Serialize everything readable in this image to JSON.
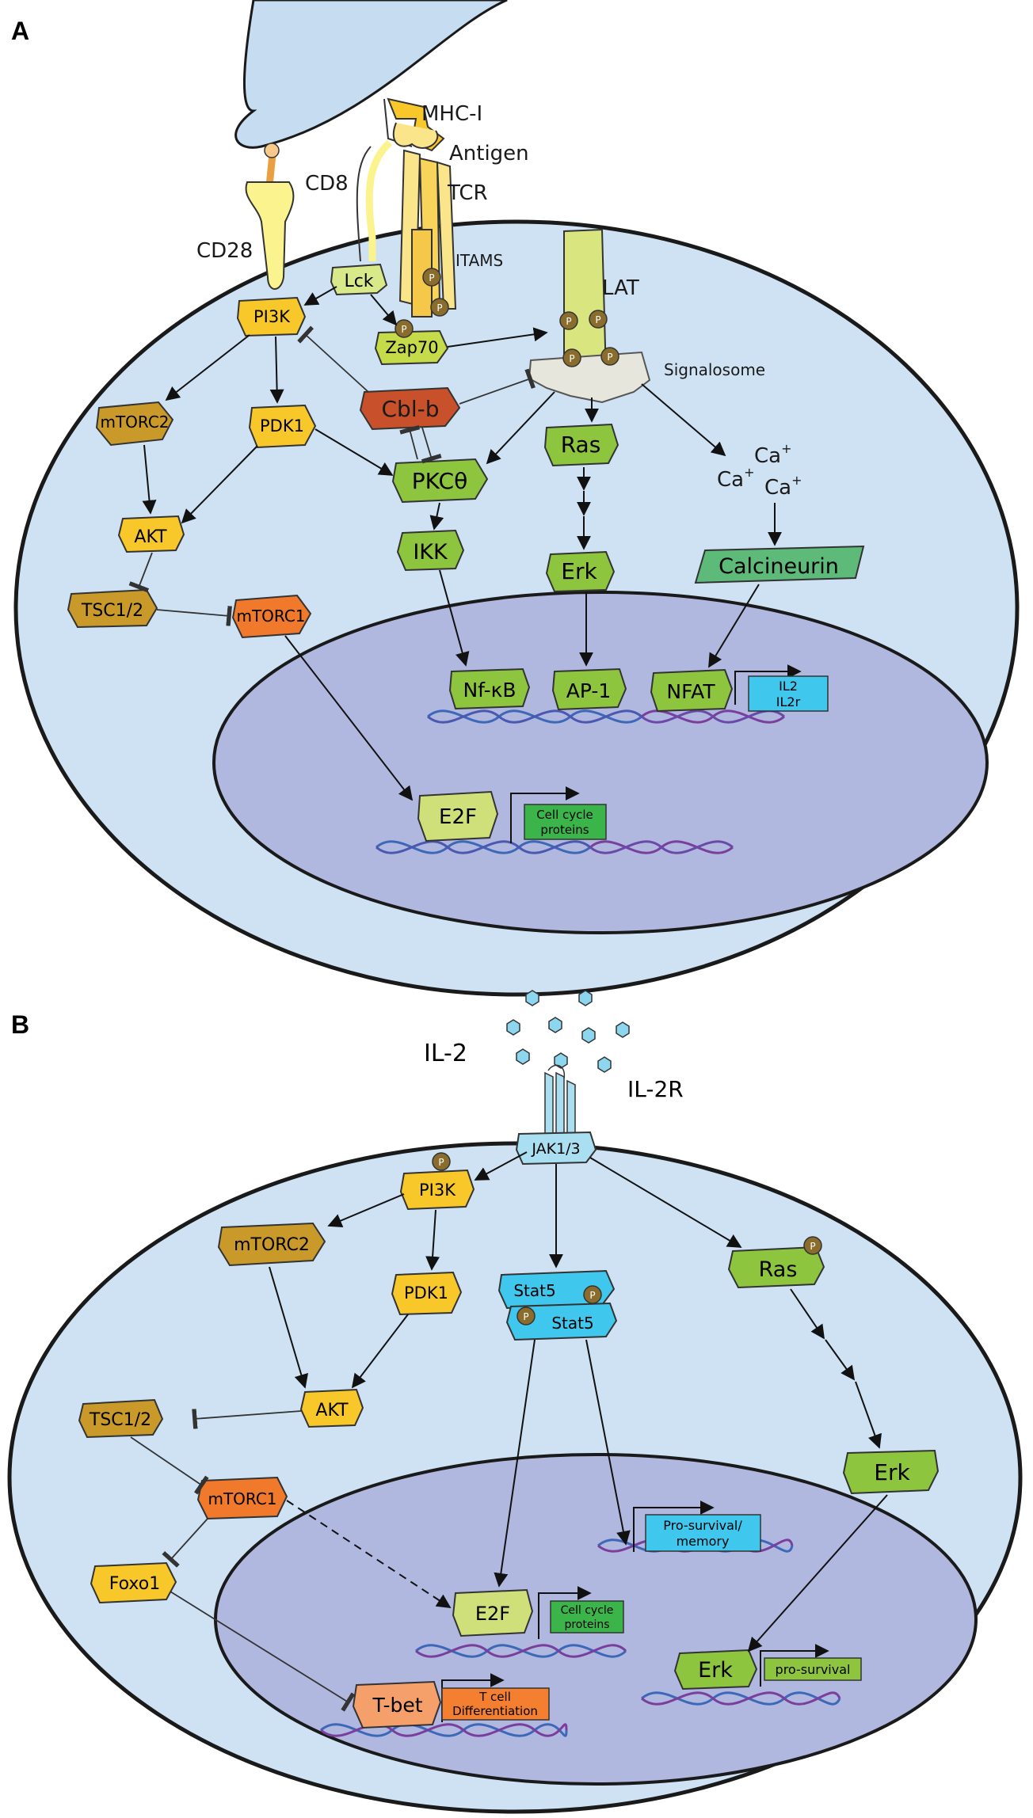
{
  "panel_a": {
    "letter": "A",
    "receptors": {
      "mhc": "MHC-I",
      "antigen": "Antigen",
      "cd8": "CD8",
      "tcr": "TCR",
      "cd28": "CD28",
      "itams": "ITAMS",
      "lat": "LAT",
      "signalosome": "Signalosome"
    },
    "proteins": {
      "lck": "Lck",
      "pi3k": "PI3K",
      "zap70": "Zap70",
      "mtorc2": "mTORC2",
      "pdk1": "PDK1",
      "cblb": "Cbl-b",
      "pkc": "PKCθ",
      "ras": "Ras",
      "akt": "AKT",
      "ikk": "IKK",
      "erk": "Erk",
      "calcineurin": "Calcineurin",
      "tsc": "TSC1/2",
      "mtorc1": "mTORC1",
      "nfkb": "Nf-κB",
      "ap1": "AP-1",
      "nfat": "NFAT",
      "e2f": "E2F"
    },
    "calcium": "Ca",
    "calcium_sup": "+",
    "phospho": "P",
    "genes": {
      "il2_line1": "IL2",
      "il2_line2": "IL2r",
      "cellcycle_line1": "Cell cycle",
      "cellcycle_line2": "proteins"
    }
  },
  "panel_b": {
    "letter": "B",
    "il2": "IL-2",
    "il2r": "IL-2R",
    "proteins": {
      "jak": "JAK1/3",
      "pi3k": "PI3K",
      "mtorc2": "mTORC2",
      "pdk1": "PDK1",
      "stat5_top": "Stat5",
      "stat5_bottom": "Stat5",
      "ras": "Ras",
      "akt": "AKT",
      "tsc": "TSC1/2",
      "mtorc1": "mTORC1",
      "erk": "Erk",
      "foxo1": "Foxo1",
      "e2f": "E2F",
      "tbet": "T-bet",
      "erk_nuc": "Erk"
    },
    "phospho": "P",
    "genes": {
      "prosurvival_memory_line1": "Pro-survival/",
      "prosurvival_memory_line2": "memory",
      "cellcycle_line1": "Cell cycle",
      "cellcycle_line2": "proteins",
      "tcell_line1": "T cell",
      "tcell_line2": "Differentiation",
      "prosurvival": "pro-survival"
    }
  },
  "colors": {
    "cytoplasm": "#cfe2f4",
    "nucleus": "#b1b8df",
    "apc": "#c5dcf1",
    "yellow": "#f8c82a",
    "orange": "#f0792c",
    "brown": "#c99a2a",
    "lime": "#cfe07a",
    "green": "#8dc53f",
    "darkgreen": "#5dba79",
    "red": "#c8502a",
    "blue_gene": "#3fc7ee",
    "green_gene": "#3bb54a",
    "orange_gene": "#f57f30",
    "dna_blue": "#3d68b8",
    "dna_purple": "#7a3f9c",
    "phospho": "#8a6d2c"
  }
}
